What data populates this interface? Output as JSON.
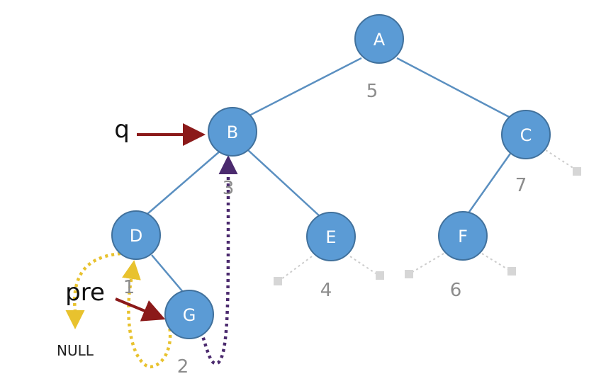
{
  "diagram": {
    "nodes": [
      {
        "id": "A",
        "label": "A",
        "order": "5"
      },
      {
        "id": "B",
        "label": "B",
        "order": "3"
      },
      {
        "id": "C",
        "label": "C",
        "order": "7"
      },
      {
        "id": "D",
        "label": "D",
        "order": "1"
      },
      {
        "id": "E",
        "label": "E",
        "order": "4"
      },
      {
        "id": "F",
        "label": "F",
        "order": "6"
      },
      {
        "id": "G",
        "label": "G",
        "order": "2"
      }
    ],
    "pointers": {
      "q": "q",
      "pre": "pre"
    },
    "null_label": "NULL",
    "colors": {
      "node_fill": "#5b9bd5",
      "node_stroke": "#41719c",
      "edge": "#5a8fc0",
      "arrow": "#8b1a1a",
      "yellow_thread": "#e8c22e",
      "purple_thread": "#4b2a6e",
      "null_stub": "#cccccc"
    }
  }
}
